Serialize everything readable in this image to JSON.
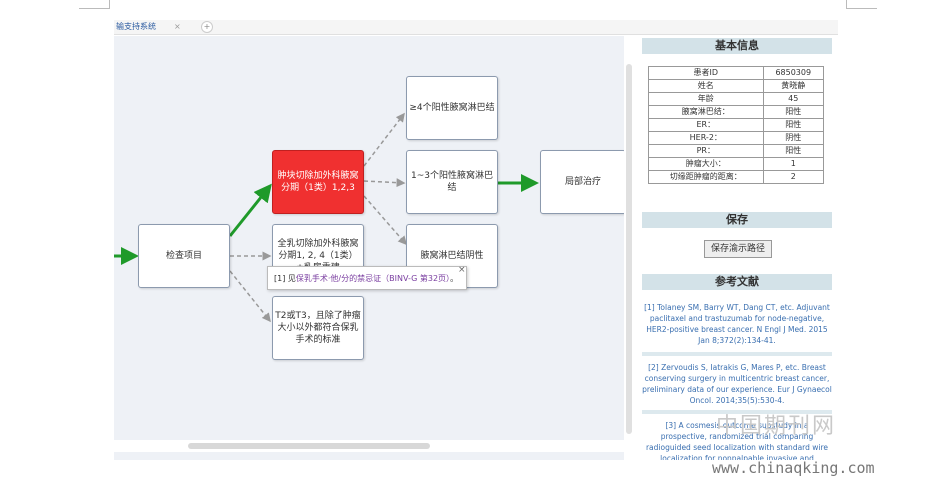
{
  "tab": {
    "title": "输支持系统",
    "close": "×",
    "add": "+"
  },
  "nodes": {
    "check": "检查项目",
    "lumpectomy": "肿块切除加外科腋窝分期（1类）1,2,3",
    "mastectomy": "全乳切除加外科腋窝分期1, 2, 4（1类）±乳房重建",
    "t2t3": "T2或T3，且除了肿瘤大小以外都符合保乳手术的标准",
    "ge4": "≥4个阳性腋窝淋巴结",
    "n13": "1~3个阳性腋窝淋巴结",
    "neg": "腋窝淋巴结阴性",
    "local": "局部治疗"
  },
  "tooltip": {
    "prefix": "[1] 见",
    "link": "保乳手术·他/分的禁忌证（BINV-G 第32页）",
    "suffix": "。",
    "close": "×"
  },
  "panel": {
    "basic_title": "基本信息",
    "rows": [
      {
        "k": "患者ID",
        "v": "6850309"
      },
      {
        "k": "姓名",
        "v": "黄晓静"
      },
      {
        "k": "年龄",
        "v": "45"
      },
      {
        "k": "腋窝淋巴结：",
        "v": "阳性"
      },
      {
        "k": "ER：",
        "v": "阳性"
      },
      {
        "k": "HER-2：",
        "v": "阴性"
      },
      {
        "k": "PR：",
        "v": "阳性"
      },
      {
        "k": "肿瘤大小：",
        "v": "1"
      },
      {
        "k": "切缘距肿瘤的距离：",
        "v": "2"
      }
    ],
    "save_title": "保存",
    "save_button": "保存渝示路径",
    "refs_title": "参考文献",
    "refs": [
      "[1] Tolaney SM, Barry WT, Dang CT, etc. Adjuvant paclitaxel and trastuzumab for node-negative, HER2-positive breast cancer. N Engl J Med. 2015 Jan 8;372(2):134-41.",
      "[2] Zervoudis S, Iatrakis G, Mares P, etc. Breast conserving surgery in multicentric breast cancer, preliminary data of our experience. Eur J Gynaecol Oncol. 2014;35(5):530-4.",
      "[3] A cosmesis outcome substudy in a prospective, randomized trial comparing radioguided seed localization with standard wire localization for nonpalpable invasive and"
    ]
  },
  "watermark": {
    "cn": "中国期刊网",
    "url": "www.chinaqking.com"
  }
}
